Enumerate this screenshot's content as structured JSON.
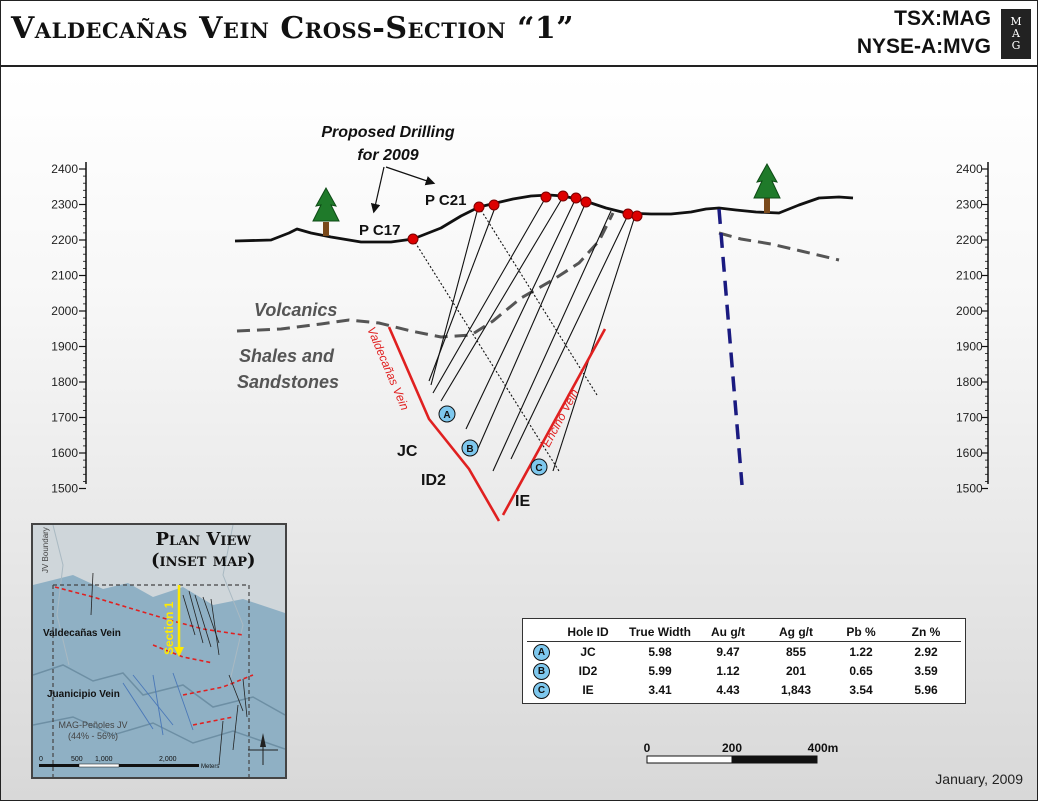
{
  "header": {
    "title": "Valdecañas Vein  Cross-Section “1”",
    "ticker_tsx": "TSX:MAG",
    "ticker_nyse": "NYSE-A:MVG",
    "logo_letters": [
      "M",
      "A",
      "G"
    ]
  },
  "section": {
    "elevation_ticks": [
      "2400",
      "2300",
      "2200",
      "2100",
      "2000",
      "1900",
      "1800",
      "1700",
      "1600",
      "1500"
    ],
    "proposed_label_line1": "Proposed Drilling",
    "proposed_label_line2": "for 2009",
    "hole_pc17": "P C17",
    "hole_pc21": "P C21",
    "unit_volcanics": "Volcanics",
    "unit_shales_line1": "Shales and",
    "unit_shales_line2": "Sandstones",
    "vein_valdecanas": "Valdecañas Vein",
    "vein_encino": "Encino Vein",
    "hole_jc": "JC",
    "hole_id2": "ID2",
    "hole_ie": "IE",
    "marker_a": "A",
    "marker_b": "B",
    "marker_c": "C"
  },
  "inset": {
    "title_line1": "Plan View",
    "title_line2": "(inset map)",
    "label_valdecanas": "Valdecañas Vein",
    "label_juanicipio": "Juanicipio Vein",
    "label_jv_line1": "MAG-Peñoles JV",
    "label_jv_line2": "(44% - 56%)",
    "label_section": "Section 1",
    "label_boundary": "JV Boundary",
    "scale_ticks": [
      "0",
      "500",
      "1,000",
      "2,000"
    ],
    "scale_unit": "Meters"
  },
  "table": {
    "headers": [
      "Hole ID",
      "True Width",
      "Au g/t",
      "Ag g/t",
      "Pb %",
      "Zn %"
    ],
    "rows": [
      {
        "marker": "A",
        "cells": [
          "JC",
          "5.98",
          "9.47",
          "855",
          "1.22",
          "2.92"
        ]
      },
      {
        "marker": "B",
        "cells": [
          "ID2",
          "5.99",
          "1.12",
          "201",
          "0.65",
          "3.59"
        ]
      },
      {
        "marker": "C",
        "cells": [
          "IE",
          "3.41",
          "4.43",
          "1,843",
          "3.54",
          "5.96"
        ]
      }
    ]
  },
  "scale_bar": {
    "ticks": [
      "0",
      "200",
      "400m"
    ]
  },
  "date": "January, 2009",
  "colors": {
    "vein_red": "#e02020",
    "marker_blue": "#7ec8ee",
    "fault_blue": "#1a1a80",
    "contact_gray": "#555555",
    "drill_red": "#dd0000",
    "inset_water": "#8fb0c4"
  }
}
